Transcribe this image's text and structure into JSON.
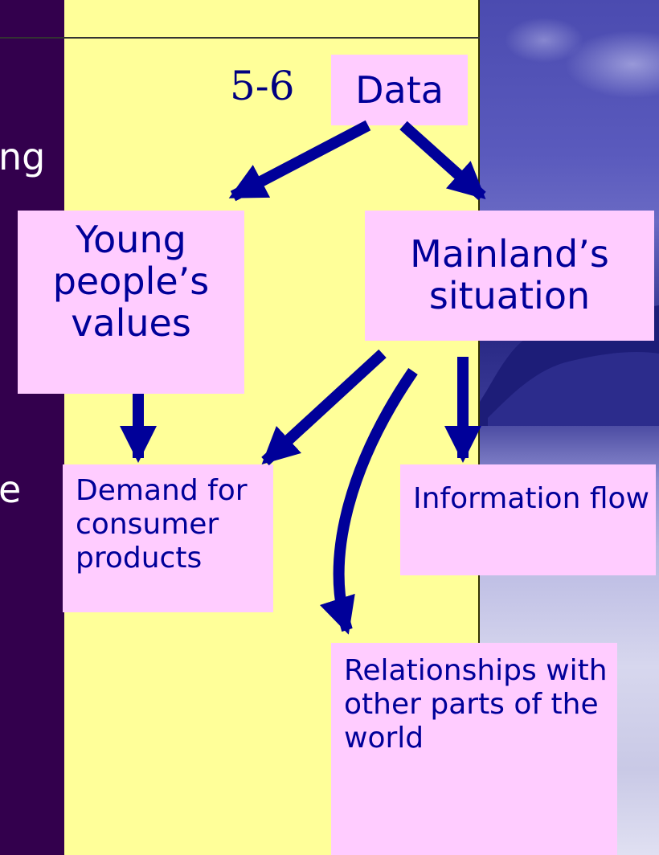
{
  "left_panel": {
    "fragment_1": "ng",
    "fragment_2": "e"
  },
  "label_number": "5-6",
  "nodes": {
    "data": "Data",
    "young_people_values": "Young people’s values",
    "mainland_situation": "Mainland’s situation",
    "demand_for_consumer_products": "Demand for consumer products",
    "information_flow": "Information flow",
    "relationships": "Relationships with other parts of the world"
  },
  "colors": {
    "box_fill": "#ffccff",
    "box_text": "#000099",
    "arrow": "#000099",
    "center_background": "#ffff99",
    "left_panel": "#33004d"
  }
}
